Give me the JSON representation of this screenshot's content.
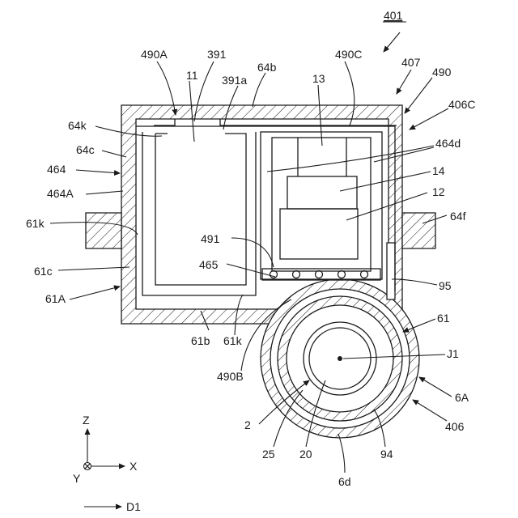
{
  "diagram": {
    "title_number": "401",
    "labels": {
      "l490A": "490A",
      "l391": "391",
      "l64b": "64b",
      "l490C": "490C",
      "l407": "407",
      "l490": "490",
      "l11": "11",
      "l391a": "391a",
      "l13": "13",
      "l406C": "406C",
      "l64k": "64k",
      "l64c": "64c",
      "l464d": "464d",
      "l464": "464",
      "l14": "14",
      "l464A": "464A",
      "l12": "12",
      "l61k_left": "61k",
      "l64f": "64f",
      "l491": "491",
      "l465": "465",
      "l61c": "61c",
      "l95": "95",
      "l61A": "61A",
      "l61": "61",
      "l61b": "61b",
      "l61k_bottom": "61k",
      "lJ1": "J1",
      "l490B": "490B",
      "l6A": "6A",
      "l2": "2",
      "l406": "406",
      "l25": "25",
      "l20": "20",
      "l94": "94",
      "l6d": "6d"
    },
    "axes": {
      "z": "Z",
      "x": "X",
      "y": "Y",
      "d1": "D1"
    }
  }
}
